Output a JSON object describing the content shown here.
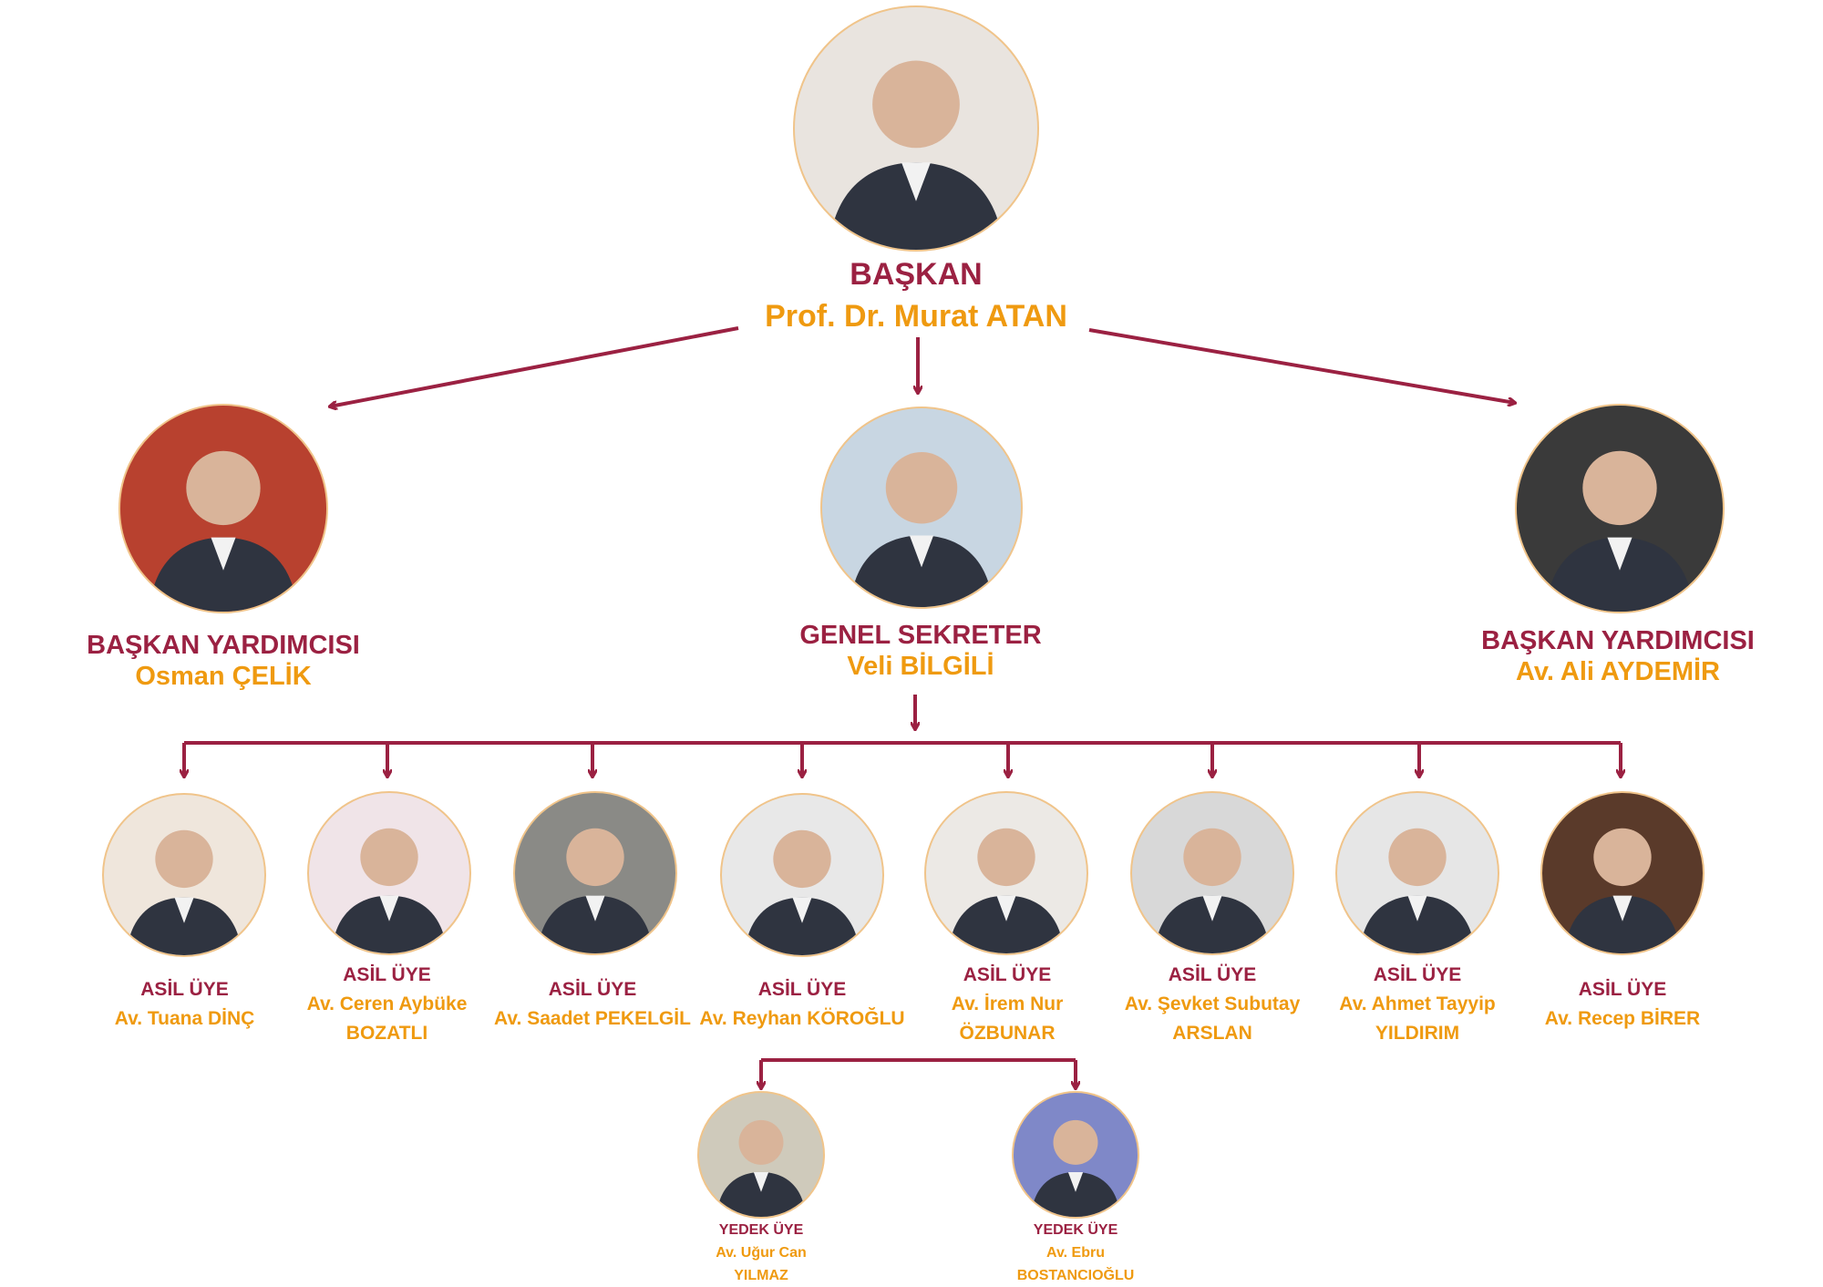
{
  "colors": {
    "role": "#9b2142",
    "name": "#ef9a10",
    "connector": "#9b2142",
    "avatar_border": "#f0c48a"
  },
  "president": {
    "role": "BAŞKAN",
    "name": "Prof. Dr. Murat ATAN"
  },
  "vice_left": {
    "role": "BAŞKAN YARDIMCISI",
    "name": "Osman ÇELİK"
  },
  "secretary": {
    "role": "GENEL SEKRETER",
    "name": "Veli BİLGİLİ"
  },
  "vice_right": {
    "role": "BAŞKAN YARDIMCISI",
    "name": "Av. Ali AYDEMİR"
  },
  "members": [
    {
      "role": "ASİL ÜYE",
      "name_line1": "Av. Tuana DİNÇ",
      "name_line2": ""
    },
    {
      "role": "ASİL ÜYE",
      "name_line1": "Av. Ceren Aybüke",
      "name_line2": "BOZATLI"
    },
    {
      "role": "ASİL ÜYE",
      "name_line1": "Av. Saadet PEKELGİL",
      "name_line2": ""
    },
    {
      "role": "ASİL ÜYE",
      "name_line1": "Av. Reyhan KÖROĞLU",
      "name_line2": ""
    },
    {
      "role": "ASİL ÜYE",
      "name_line1": "Av. İrem Nur",
      "name_line2": "ÖZBUNAR"
    },
    {
      "role": "ASİL ÜYE",
      "name_line1": "Av. Şevket Subutay",
      "name_line2": "ARSLAN"
    },
    {
      "role": "ASİL ÜYE",
      "name_line1": "Av. Ahmet Tayyip",
      "name_line2": "YILDIRIM"
    },
    {
      "role": "ASİL ÜYE",
      "name_line1": "Av. Recep BİRER",
      "name_line2": ""
    }
  ],
  "substitutes": [
    {
      "role": "YEDEK ÜYE",
      "name_line1": "Av. Uğur Can",
      "name_line2": "YILMAZ"
    },
    {
      "role": "YEDEK ÜYE",
      "name_line1": "Av. Ebru",
      "name_line2": "BOSTANCIOĞLU"
    }
  ]
}
